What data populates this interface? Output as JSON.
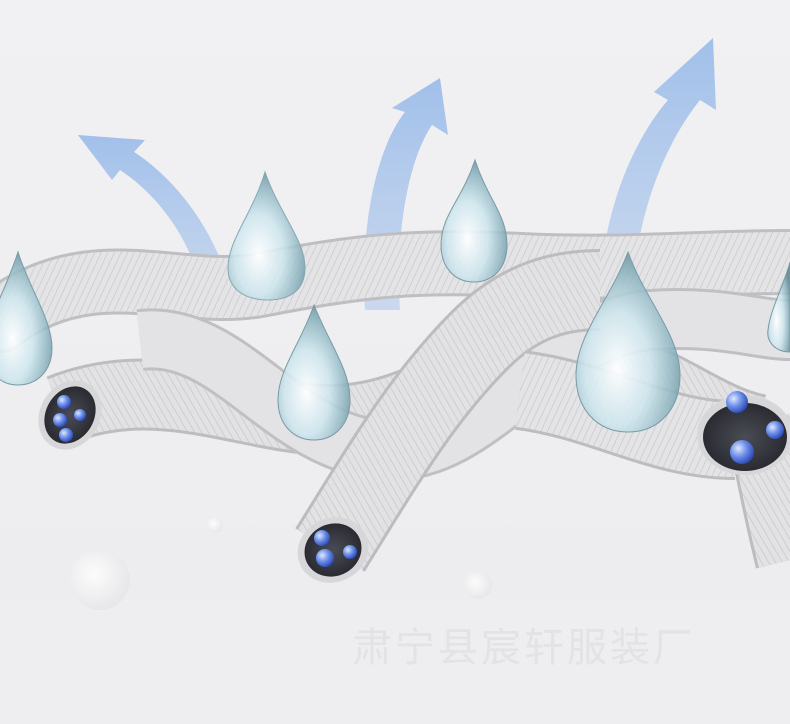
{
  "image": {
    "background_color": "#efeff1",
    "fiber_color": "#e1e1e3",
    "fiber_shadow_color": "#b9b9bd",
    "arrow_color": "#aac6ec",
    "drop_color": "#bfe0ea",
    "bubble_color": "#3b5fd0"
  },
  "watermark": {
    "text": "肃宁县宸轩服装厂"
  },
  "icons": {
    "arrows": [
      "upward-arrow",
      "upward-arrow",
      "upward-arrow"
    ],
    "drops": [
      "water-drop",
      "water-drop",
      "water-drop",
      "water-drop",
      "water-drop",
      "water-drop"
    ],
    "tubes": [
      "fiber-cross-section",
      "fiber-cross-section",
      "fiber-cross-section"
    ]
  }
}
